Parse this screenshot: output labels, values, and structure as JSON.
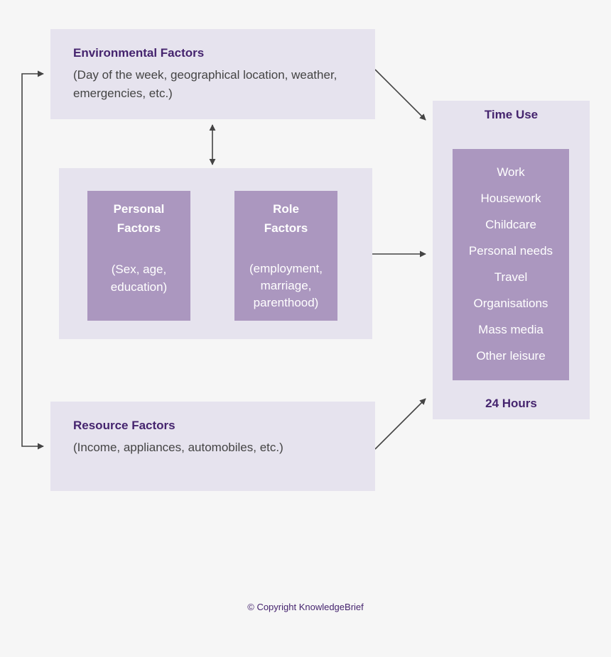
{
  "environmental": {
    "title": "Environmental Factors",
    "desc": "(Day of the week, geographical location, weather, emergencies, etc.)"
  },
  "personal": {
    "title_lines": [
      "Personal",
      "Factors"
    ],
    "desc_lines": [
      "(Sex, age,",
      "education)"
    ]
  },
  "role": {
    "title_lines": [
      "Role",
      "Factors"
    ],
    "desc_lines": [
      "(employment,",
      "marriage,",
      "parenthood)"
    ]
  },
  "resource": {
    "title": "Resource Factors",
    "desc": "(Income, appliances, automobiles, etc.)"
  },
  "time_use": {
    "title": "Time Use",
    "items": [
      "Work",
      "Housework",
      "Childcare",
      "Personal needs",
      "Travel",
      "Organisations",
      "Mass media",
      "Other leisure"
    ],
    "footer": "24 Hours"
  },
  "copyright": "© Copyright KnowledgeBrief",
  "colors": {
    "background": "#f6f6f6",
    "box_light": "#e6e3ee",
    "box_dark": "#ab97bf",
    "title_purple": "#45246e",
    "arrow": "#444444"
  }
}
